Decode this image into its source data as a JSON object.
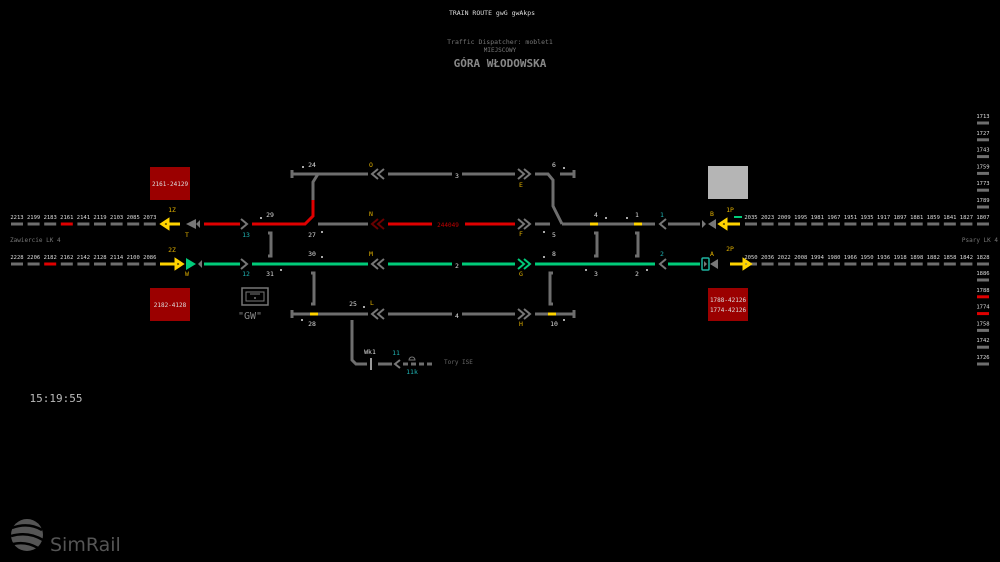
{
  "header": {
    "title": "TRAIN ROUTE gwG gwAkps",
    "dispatcher": "Traffic Dispatcher: moblet1",
    "station_sub": "MIEJSCOWY",
    "station": "GÓRA WŁODOWSKA"
  },
  "clock": "15:19:55",
  "logo": "SimRail",
  "left_line": {
    "name": "Zawiercie LK 4",
    "row1": [
      "2213",
      "2199",
      "2183",
      "2161",
      "2141",
      "2119",
      "2103",
      "2085",
      "2073"
    ],
    "row1_occupied": [
      3
    ],
    "row2": [
      "2228",
      "2206",
      "2182",
      "2162",
      "2142",
      "2128",
      "2114",
      "2100",
      "2086"
    ],
    "row2_occupied": [
      2
    ]
  },
  "right_line": {
    "name": "Psary LK 4",
    "row1": [
      "2035",
      "2023",
      "2009",
      "1995",
      "1981",
      "1967",
      "1951",
      "1935",
      "1917",
      "1897",
      "1881",
      "1859",
      "1841",
      "1827",
      "1807"
    ],
    "row2": [
      "2050",
      "2036",
      "2022",
      "2008",
      "1994",
      "1980",
      "1966",
      "1950",
      "1936",
      "1918",
      "1898",
      "1882",
      "1858",
      "1842",
      "1828"
    ],
    "col_top": [
      "1713",
      "1727",
      "1743",
      "1759",
      "1773",
      "1789"
    ],
    "col_bottom": [
      "1886",
      "1788",
      "1774",
      "1758",
      "1742",
      "1726"
    ],
    "col_bottom_occupied": [
      1,
      2
    ]
  },
  "train_boxes": {
    "left_top": "2161-24129",
    "left_bottom": "2182-4128",
    "right_bottom": [
      "1788-42126",
      "1774-42126"
    ]
  },
  "signals": {
    "z1": "1Z",
    "z2": "2Z",
    "T": "T",
    "W": "W",
    "s13": "13",
    "s12": "12",
    "O": "O",
    "N": "N",
    "M": "M",
    "L": "L",
    "E": "E",
    "F": "F",
    "G": "G",
    "H": "H",
    "B": "B",
    "A": "A",
    "p1": "1P",
    "p2": "2P",
    "s1": "1",
    "s2": "2",
    "s11": "11",
    "s11k": "11k",
    "wk1": "Wk1"
  },
  "tracks": {
    "t3": "3",
    "t2": "2",
    "t4": "4",
    "train_on_track1": "244049"
  },
  "switches": {
    "sw24": "24",
    "sw29": "29",
    "sw27": "27",
    "sw30": "30",
    "sw31": "31",
    "sw28": "28",
    "sw25": "25",
    "sw6": "6",
    "sw5": "5",
    "sw8": "8",
    "sw10": "10",
    "sw4": "4",
    "sw1": "1",
    "sw3": "3",
    "sw2": "2"
  },
  "labels": {
    "gw": "\"GW\"",
    "tory_ise": "Tory ISE"
  }
}
